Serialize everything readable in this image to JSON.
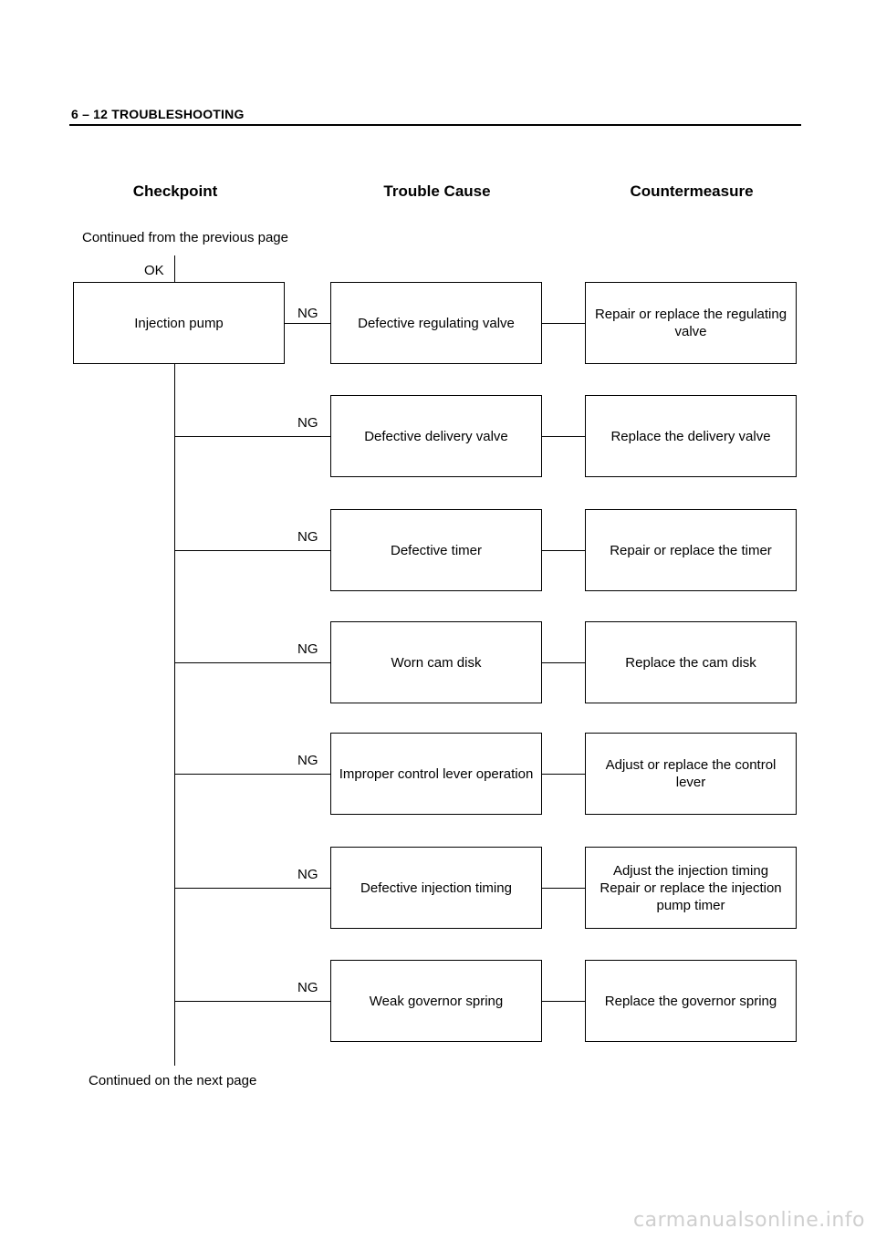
{
  "header": {
    "title": "6 – 12  TROUBLESHOOTING"
  },
  "columns": {
    "checkpoint": "Checkpoint",
    "cause": "Trouble Cause",
    "countermeasure": "Countermeasure"
  },
  "flow": {
    "continued_from": "Continued from the previous page",
    "ok_label": "OK",
    "checkpoint": "Injection pump",
    "continued_on": "Continued on the next page",
    "rows": [
      {
        "ng": "NG",
        "cause": "Defective regulating valve",
        "countermeasure": "Repair or replace the regulating\nvalve"
      },
      {
        "ng": "NG",
        "cause": "Defective delivery valve",
        "countermeasure": "Replace the delivery valve"
      },
      {
        "ng": "NG",
        "cause": "Defective timer",
        "countermeasure": "Repair or replace the timer"
      },
      {
        "ng": "NG",
        "cause": "Worn cam disk",
        "countermeasure": "Replace the cam disk"
      },
      {
        "ng": "NG",
        "cause": "Improper control lever operation",
        "countermeasure": "Adjust or replace the control\nlever"
      },
      {
        "ng": "NG",
        "cause": "Defective injection timing",
        "countermeasure": "Adjust the injection timing\nRepair or replace the injection\npump timer"
      },
      {
        "ng": "NG",
        "cause": "Weak governor spring",
        "countermeasure": "Replace the governor spring"
      }
    ]
  },
  "watermark": "carmanualsonline.info"
}
